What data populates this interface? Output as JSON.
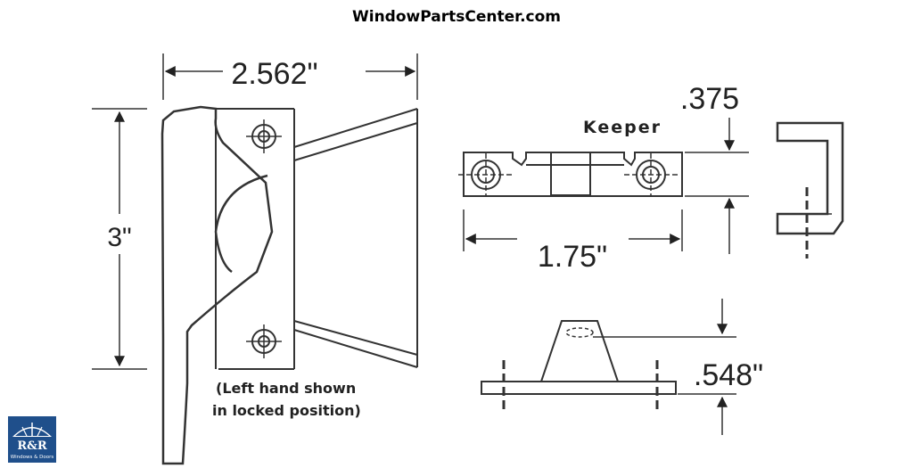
{
  "site": {
    "title": "WindowPartsCenter.com"
  },
  "dimensions": {
    "lock_width": "2.562\"",
    "lock_height": "3\"",
    "keeper_thickness": ".375",
    "keeper_length": "1.75\"",
    "keeper_height": ".548\""
  },
  "labels": {
    "keeper": "Keeper",
    "caption_line1": "(Left hand shown",
    "caption_line2": "in locked position)"
  },
  "logo": {
    "initials": "R&R",
    "tagline": "Windows & Doors",
    "colors": {
      "primary": "#1f4f8b",
      "accent": "#ffffff"
    }
  }
}
